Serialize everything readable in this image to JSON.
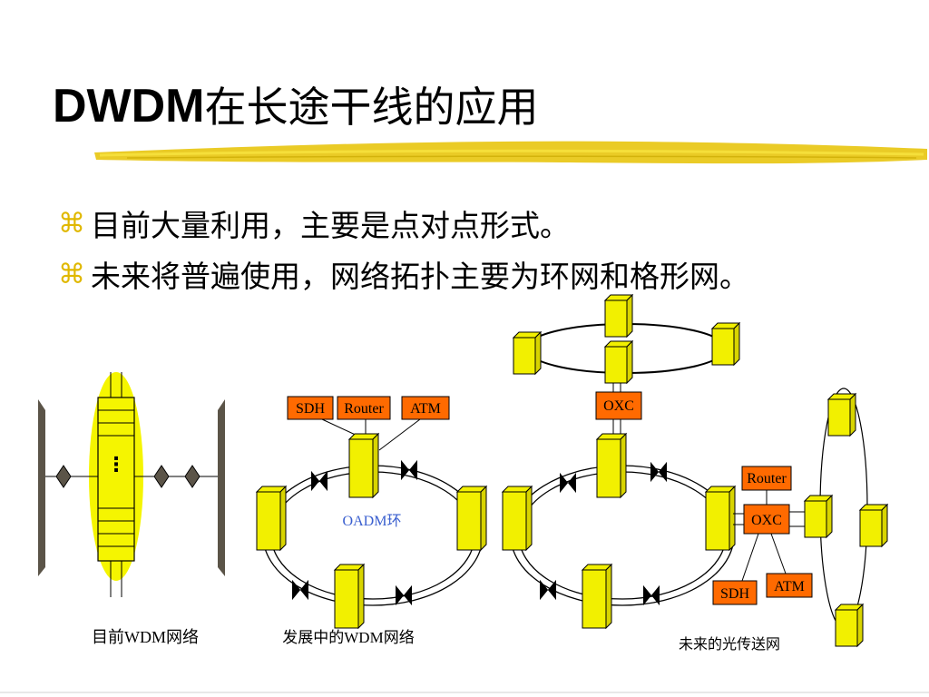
{
  "slide": {
    "title_latin": "DWDM",
    "title_cjk": "在长途干线的应用",
    "bullets": [
      {
        "marker": "⌘",
        "text": "目前大量利用，主要是点对点形式。"
      },
      {
        "marker": "⌘",
        "text": "未来将普遍使用，网络拓扑主要为环网和格形网。"
      }
    ]
  },
  "diagram": {
    "current_wdm": {
      "caption": "目前WDM网络",
      "mux_dots": "⋮"
    },
    "developing_wdm": {
      "caption": "发展中的WDM网络",
      "ring_label": "OADM环",
      "client_labels": [
        "SDH",
        "Router",
        "ATM"
      ]
    },
    "future_network": {
      "caption": "未来的光传送网",
      "oxc_top_label": "OXC",
      "router_label": "Router",
      "oxc_right_label": "OXC",
      "sdh_label": "SDH",
      "atm_label": "ATM"
    }
  },
  "colors": {
    "node_fill": "#f2f000",
    "label_fill": "#ff6a00",
    "highlight_fill": "#f5f500",
    "underline": "#e6c200",
    "ring_label_color": "#3a5fcf",
    "panel_color": "#5b5448",
    "bullet_marker": "#e0b800"
  }
}
